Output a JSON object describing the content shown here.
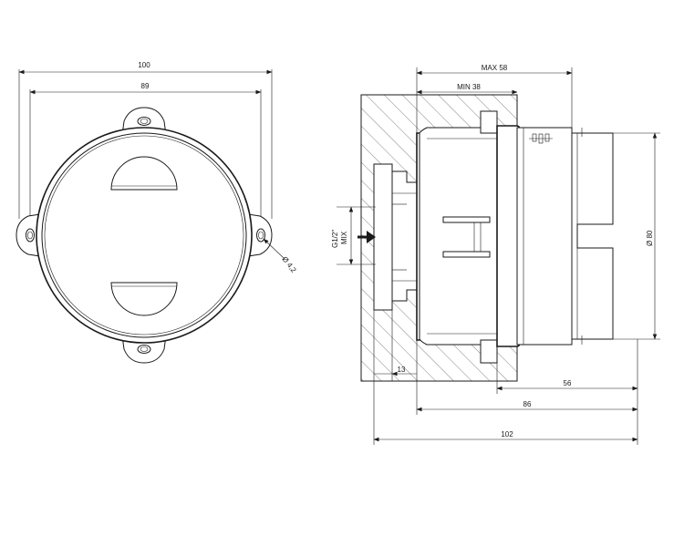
{
  "front_view": {
    "dim_outer_width": "100",
    "dim_inner_width": "89",
    "dim_hole": "Ø 4,2"
  },
  "side_view": {
    "dim_max_depth": "MAX 58",
    "dim_min_depth": "MIN 38",
    "dim_diameter": "Ø 80",
    "dim_wall_offset": "13",
    "dim_protrusion": "56",
    "dim_body_length": "86",
    "dim_total_length": "102",
    "connection_label_1": "G1/2\"",
    "connection_label_2": "MIX"
  },
  "icons": {
    "flow_arrow": "arrow-right-icon"
  }
}
